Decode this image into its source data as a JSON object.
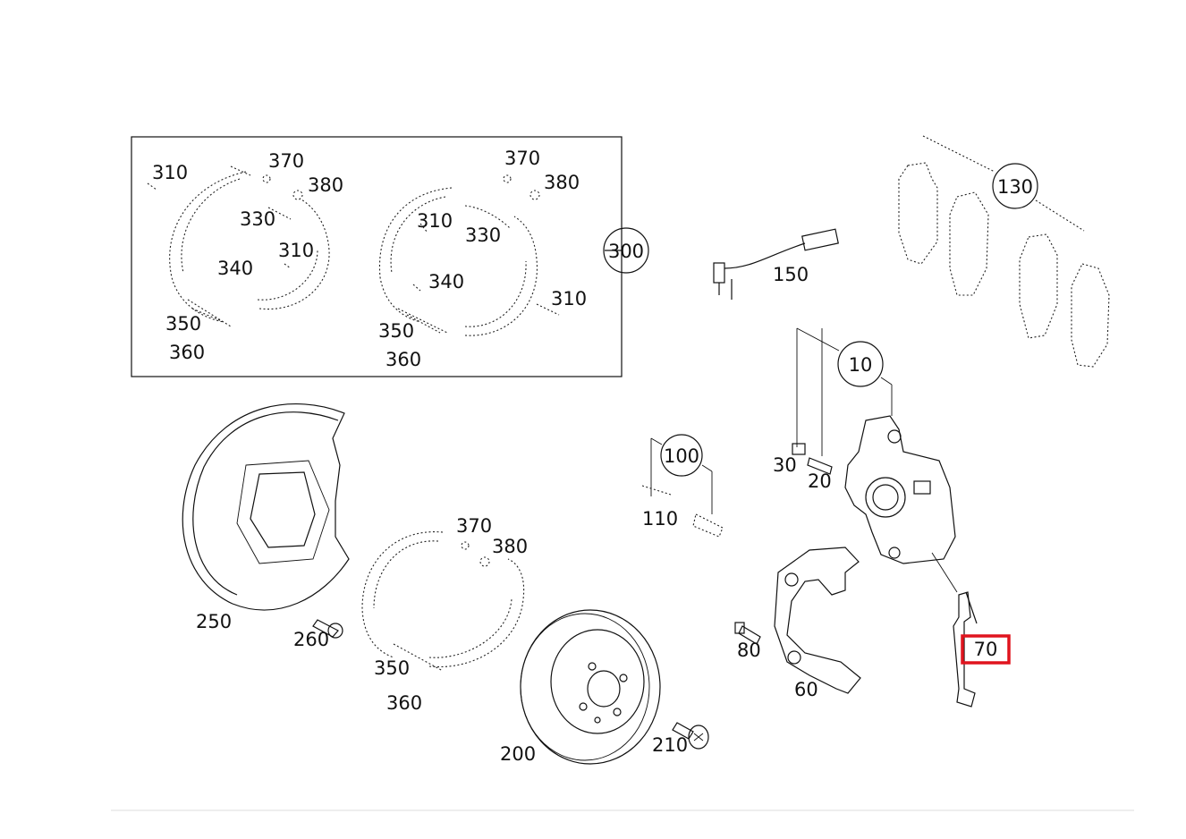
{
  "colors": {
    "highlight": "#e0141e",
    "ink": "#111111",
    "footer_line": "#dddddd"
  },
  "kit_box": {
    "label": "300"
  },
  "parts": {
    "p10": "10",
    "p20": "20",
    "p30": "30",
    "p60": "60",
    "p70": "70",
    "p80": "80",
    "p100": "100",
    "p110": "110",
    "p130": "130",
    "p150": "150",
    "p200": "200",
    "p210": "210",
    "p250": "250",
    "p260": "260",
    "p310": "310",
    "p330": "330",
    "p340": "340",
    "p350": "350",
    "p360": "360",
    "p370": "370",
    "p380": "380"
  },
  "highlighted_part": "70"
}
